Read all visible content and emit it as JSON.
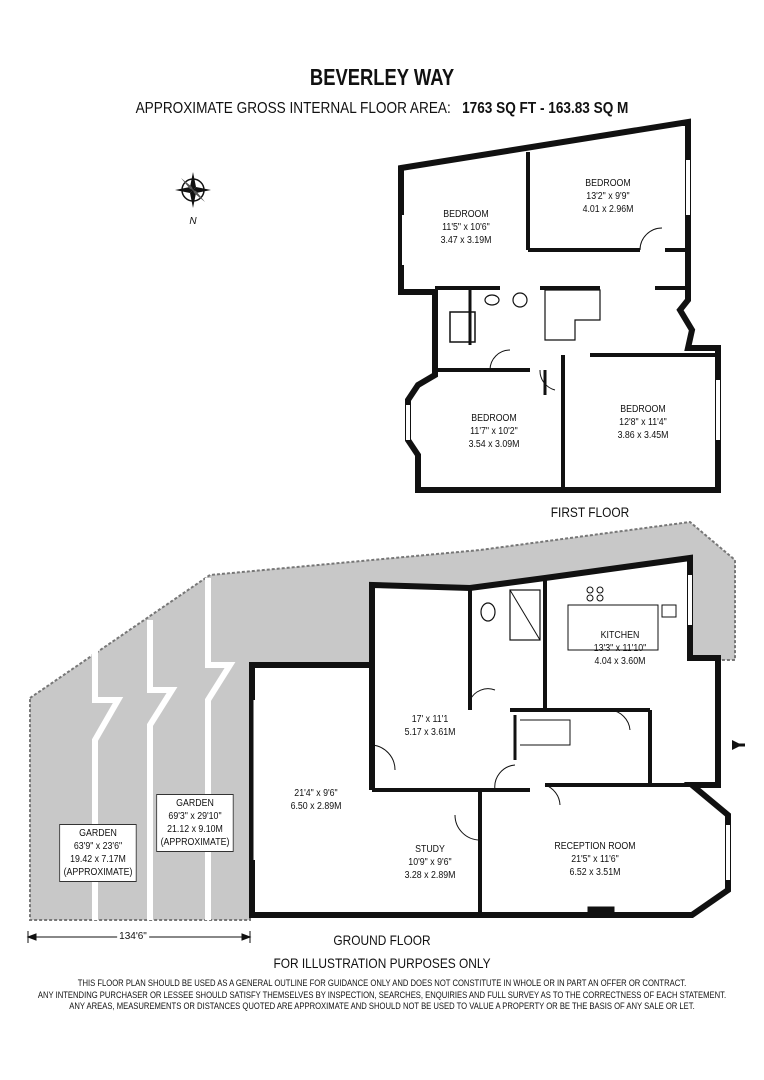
{
  "header": {
    "title": "BEVERLEY WAY",
    "area_label": "APPROXIMATE GROSS INTERNAL FLOOR AREA:",
    "area_value": "1763 SQ FT  -  163.83 SQ M"
  },
  "compass": {
    "label": "N",
    "icon": "compass-rose-icon"
  },
  "first_floor": {
    "label": "FIRST FLOOR",
    "rooms": [
      {
        "name": "BEDROOM",
        "imperial": "11'5\" x 10'6\"",
        "metric": "3.47 x 3.19M"
      },
      {
        "name": "BEDROOM",
        "imperial": "13'2\" x 9'9\"",
        "metric": "4.01 x 2.96M"
      },
      {
        "name": "BEDROOM",
        "imperial": "11'7\" x 10'2\"",
        "metric": "3.54 x 3.09M"
      },
      {
        "name": "BEDROOM",
        "imperial": "12'8\" x 11'4\"",
        "metric": "3.86 x 3.45M"
      }
    ]
  },
  "ground_floor": {
    "label": "GROUND FLOOR",
    "rooms": [
      {
        "name": "KITCHEN",
        "imperial": "13'3\" x 11'10\"",
        "metric": "4.04 x 3.60M"
      },
      {
        "name": "",
        "imperial": "17' x 11'1",
        "metric": "5.17 x 3.61M"
      },
      {
        "name": "",
        "imperial": "21'4\" x 9'6\"",
        "metric": "6.50 x 2.89M"
      },
      {
        "name": "STUDY",
        "imperial": "10'9\" x 9'6\"",
        "metric": "3.28 x 2.89M"
      },
      {
        "name": "RECEPTION ROOM",
        "imperial": "21'5\" x 11'6\"",
        "metric": "6.52 x 3.51M"
      }
    ],
    "gardens": [
      {
        "name": "GARDEN",
        "imperial": "63'9\" x 23'6\"",
        "metric": "19.42 x 7.17M",
        "note": "(APPROXIMATE)"
      },
      {
        "name": "GARDEN",
        "imperial": "69'3\" x 29'10\"",
        "metric": "21.12 x 9.10M",
        "note": "(APPROXIMATE)"
      }
    ],
    "dimension_line": "134'6\""
  },
  "footer": {
    "illustration_note": "FOR ILLUSTRATION PURPOSES ONLY",
    "disclaimer": [
      "THIS FLOOR PLAN SHOULD BE USED AS A GENERAL OUTLINE FOR GUIDANCE ONLY AND DOES NOT CONSTITUTE IN WHOLE OR IN PART AN OFFER OR CONTRACT.",
      "ANY INTENDING PURCHASER OR LESSEE SHOULD SATISFY THEMSELVES BY INSPECTION, SEARCHES, ENQUIRIES AND FULL SURVEY AS TO THE CORRECTNESS OF EACH STATEMENT.",
      "ANY AREAS, MEASUREMENTS OR DISTANCES QUOTED ARE APPROXIMATE AND SHOULD NOT BE USED TO VALUE A PROPERTY OR BE THE BASIS OF ANY SALE OR LET."
    ]
  },
  "colors": {
    "wall": "#111111",
    "garden": "#c8c8c8",
    "background": "#ffffff"
  }
}
